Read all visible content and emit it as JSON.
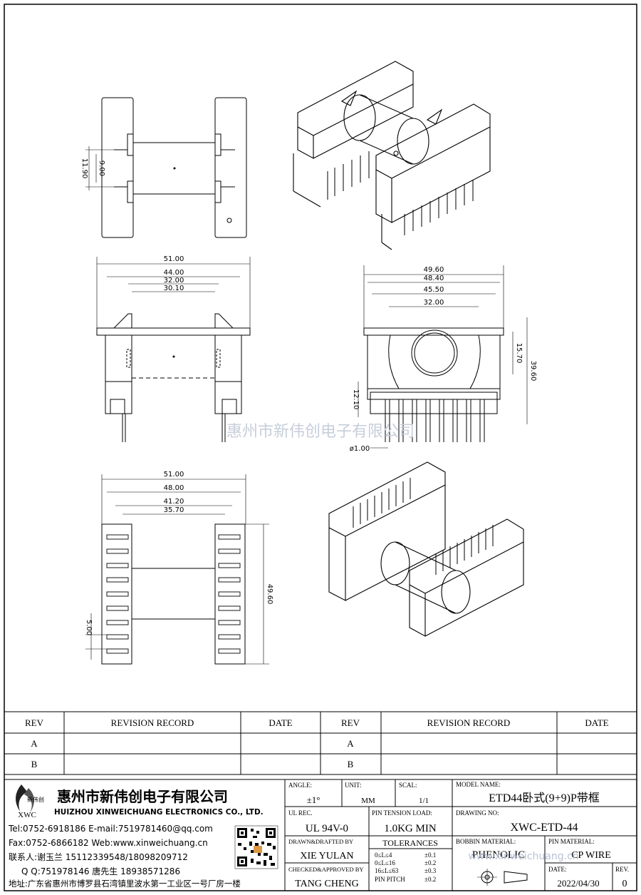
{
  "watermark": "惠州市新伟创电子有限公司",
  "dimensions": {
    "side_9_00": "9.00",
    "side_11_90": "11.90",
    "front_51_00": "51.00",
    "front_44_00": "44.00",
    "front_32_00": "32.00",
    "front_30_10": "30.10",
    "end_49_60": "49.60",
    "end_48_40": "48.40",
    "end_45_50": "45.50",
    "end_32_00": "32.00",
    "end_15_70": "15.70",
    "end_39_60": "39.60",
    "end_12_10": "12.10",
    "end_pin_dia": "ø1.00",
    "bottom_51_00": "51.00",
    "bottom_48_00": "48.00",
    "bottom_41_20": "41.20",
    "bottom_35_70": "35.70",
    "bottom_49_60": "49.60",
    "bottom_5_00": "5.00"
  },
  "revision_table": {
    "headers": [
      "REV",
      "REVISION RECORD",
      "DATE",
      "REV",
      "REVISION RECORD",
      "DATE"
    ],
    "rows": [
      [
        "A",
        "",
        "",
        "A",
        "",
        ""
      ],
      [
        "B",
        "",
        "",
        "B",
        "",
        ""
      ]
    ]
  },
  "company": {
    "logo_text": "新伟创",
    "logo_sub": "XWC",
    "name_cn": "惠州市新伟创电子有限公司",
    "name_en": "HUIZHOU XINWEICHUANG ELECTRONICS CO., LTD.",
    "contact_line1": "Tel:0752-6918186 E-mail:7519781460@qq.com",
    "contact_line2": "Fax:0752-6866182 Web:www.xinweichuang.cn",
    "contact_line3": "联系人:谢玉兰 15112339548/18098209712",
    "contact_line4": "Q Q:751978146    唐先生 18938571286",
    "address": "地址:广东省惠州市博罗县石湾镇里波水第一工业区一号厂房一楼"
  },
  "title_block": {
    "angle_label": "ANGLE:",
    "angle_value": "±1°",
    "unit_label": "UNIT:",
    "unit_value": "MM",
    "scale_label": "SCAL:",
    "scale_value": "1/1",
    "model_label": "MODEL NAME:",
    "model_value": "ETD44卧式(9+9)P带框",
    "ul_label": "UL REC.",
    "ul_value": "UL 94V-0",
    "pin_tension_label": "PIN TENSION LOAD:",
    "pin_tension_value": "1.0KG MIN",
    "drawing_no_label": "DRAWING NO:",
    "drawing_no_value": "XWC-ETD-44",
    "drawn_label": "DRAWN&DRAFTED BY",
    "drawn_value": "XIE YULAN",
    "tolerances_label": "TOLERANCES",
    "tol_rows": [
      [
        "0≤L≤4",
        "±0.1"
      ],
      [
        "0≤L≤16",
        "±0.2"
      ],
      [
        "16≤L≤63",
        "±0.3"
      ],
      [
        "PIN PITCH",
        "±0.2"
      ]
    ],
    "bobbin_label": "BOBBIN MATERIAL:",
    "bobbin_value": "PHENOLIC",
    "pin_material_label": "PIN MATERIAL:",
    "pin_material_value": "CP WIRE",
    "checked_label": "CHECKED&APPROVED BY",
    "checked_value": "TANG CHENG",
    "date_label": "DATE:",
    "date_value": "2022/04/30",
    "rev_label": "REV.",
    "rev_value": "0",
    "watermark_url": "www.xinweichuang.cn"
  }
}
